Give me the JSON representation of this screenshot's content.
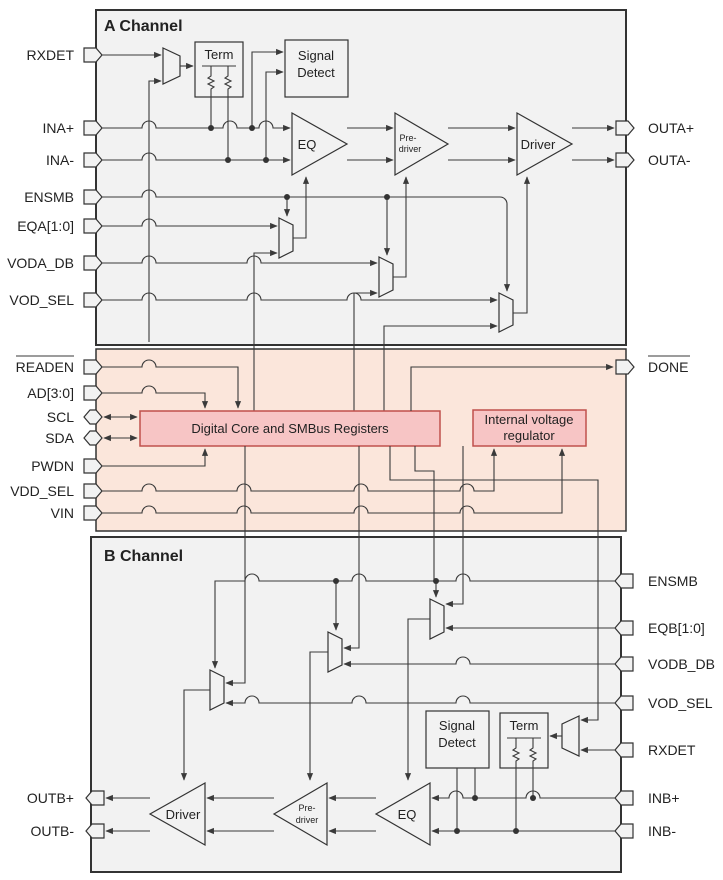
{
  "a_channel": {
    "title": "A Channel",
    "pins_left": [
      "RXDET",
      "INA+",
      "INA-",
      "ENSMB",
      "EQA[1:0]",
      "VODA_DB",
      "VOD_SEL"
    ],
    "pins_right": [
      "OUTA+",
      "OUTA-"
    ],
    "blocks": {
      "term": "Term",
      "signal_detect_1": "Signal",
      "signal_detect_2": "Detect",
      "eq": "EQ",
      "predriver_1": "Pre-",
      "predriver_2": "driver",
      "driver": "Driver"
    }
  },
  "core": {
    "pins_left": [
      "READEN",
      "AD[3:0]",
      "SCL",
      "SDA",
      "PWDN",
      "VDD_SEL",
      "VIN"
    ],
    "pin_right": "DONE",
    "digital_core": "Digital Core and SMBus Registers",
    "regulator_1": "Internal voltage",
    "regulator_2": "regulator"
  },
  "b_channel": {
    "title": "B Channel",
    "pins_right": [
      "ENSMB",
      "EQB[1:0]",
      "VODB_DB",
      "VOD_SEL",
      "RXDET",
      "INB+",
      "INB-"
    ],
    "pins_left": [
      "OUTB+",
      "OUTB-"
    ],
    "blocks": {
      "term": "Term",
      "signal_detect_1": "Signal",
      "signal_detect_2": "Detect",
      "eq": "EQ",
      "predriver_1": "Pre-",
      "predriver_2": "driver",
      "driver": "Driver"
    }
  },
  "colors": {
    "channel_fill": "#f2f2f2",
    "core_fill": "#fbe6db",
    "digital_core_fill": "#f7c5c5",
    "digital_core_stroke": "#c0504d",
    "line": "#3a3a3a"
  }
}
